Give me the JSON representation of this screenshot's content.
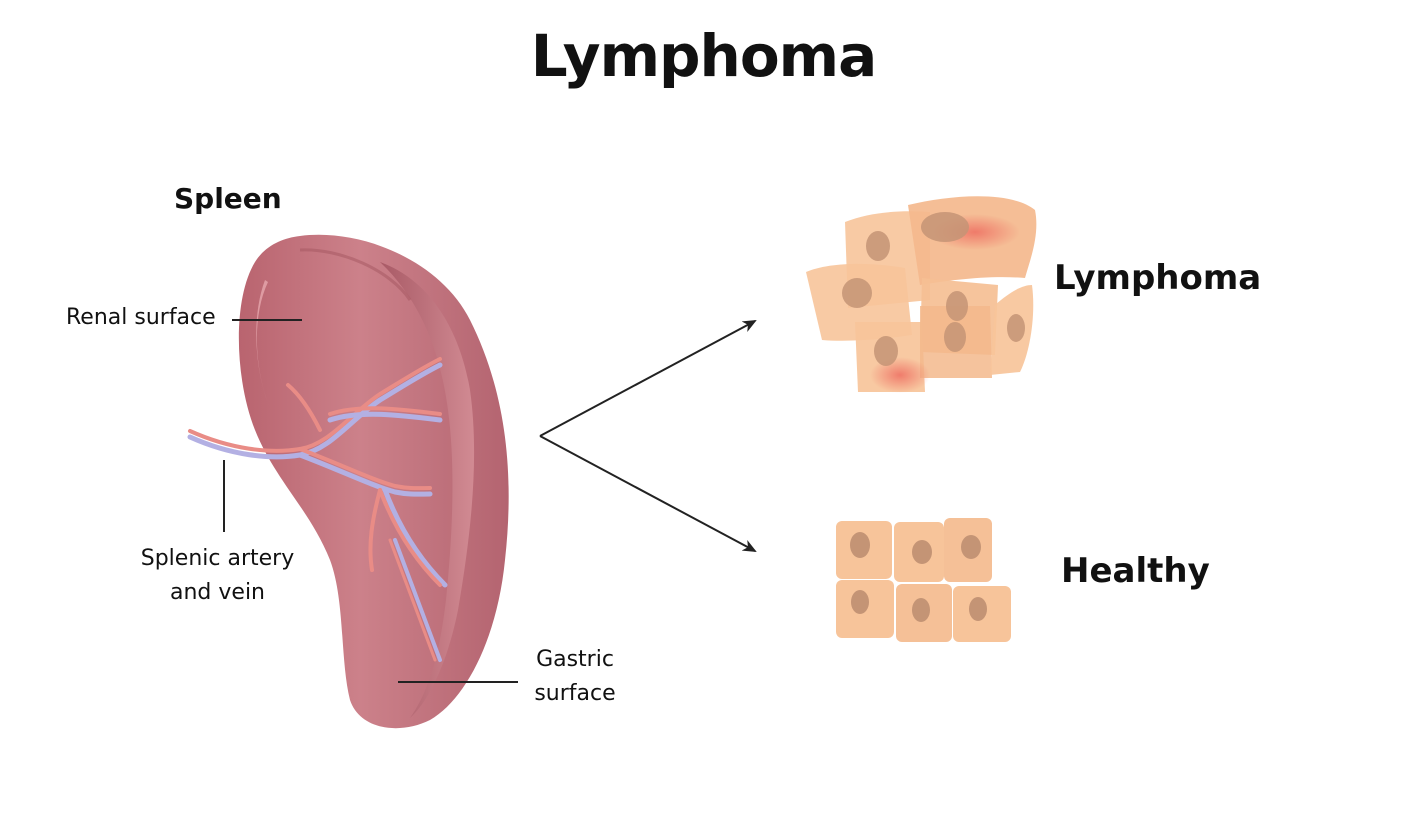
{
  "title": "Lymphoma",
  "organ": {
    "name": "Spleen",
    "labels": {
      "renal_surface": "Renal surface",
      "splenic_artery_line1": "Splenic artery",
      "splenic_artery_line2": "and vein",
      "gastric_line1": "Gastric",
      "gastric_line2": "surface"
    }
  },
  "outcomes": {
    "lymphoma": "Lymphoma",
    "healthy": "Healthy"
  },
  "colors": {
    "spleen": "#c87880",
    "spleen_dark": "#9e5560",
    "artery": "#e98c86",
    "vein": "#b3b0e3",
    "cell": "#f7c49a",
    "nucleus": "#c49475",
    "tumor_spot": "#ee7a6c"
  }
}
